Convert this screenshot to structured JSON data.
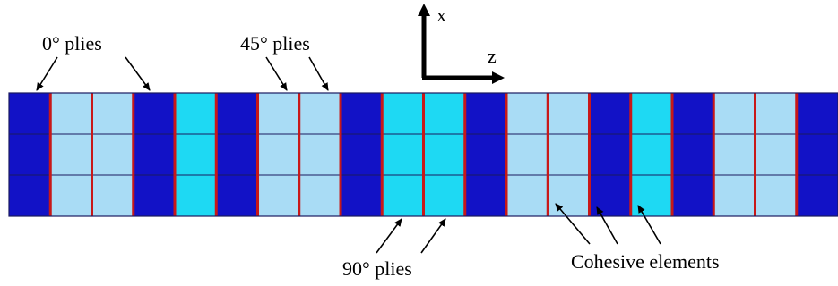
{
  "labels": {
    "zero_plies": "0° plies",
    "fortyfive_plies": "45° plies",
    "ninety_plies": "90° plies",
    "cohesive": "Cohesive elements",
    "axis_x": "x",
    "axis_z": "z"
  },
  "layup": [
    "0",
    "45",
    "45",
    "0",
    "90",
    "0",
    "45",
    "45",
    "0",
    "90",
    "90",
    "0",
    "45",
    "45",
    "0",
    "90",
    "0",
    "45",
    "45",
    "0"
  ],
  "rows": 3,
  "colors": {
    "ply_0": "#1212c6",
    "ply_45": "#a9dcf5",
    "ply_90": "#1ed9f3",
    "cohesive": "#c81818",
    "mesh_line": "#1a1a60"
  }
}
